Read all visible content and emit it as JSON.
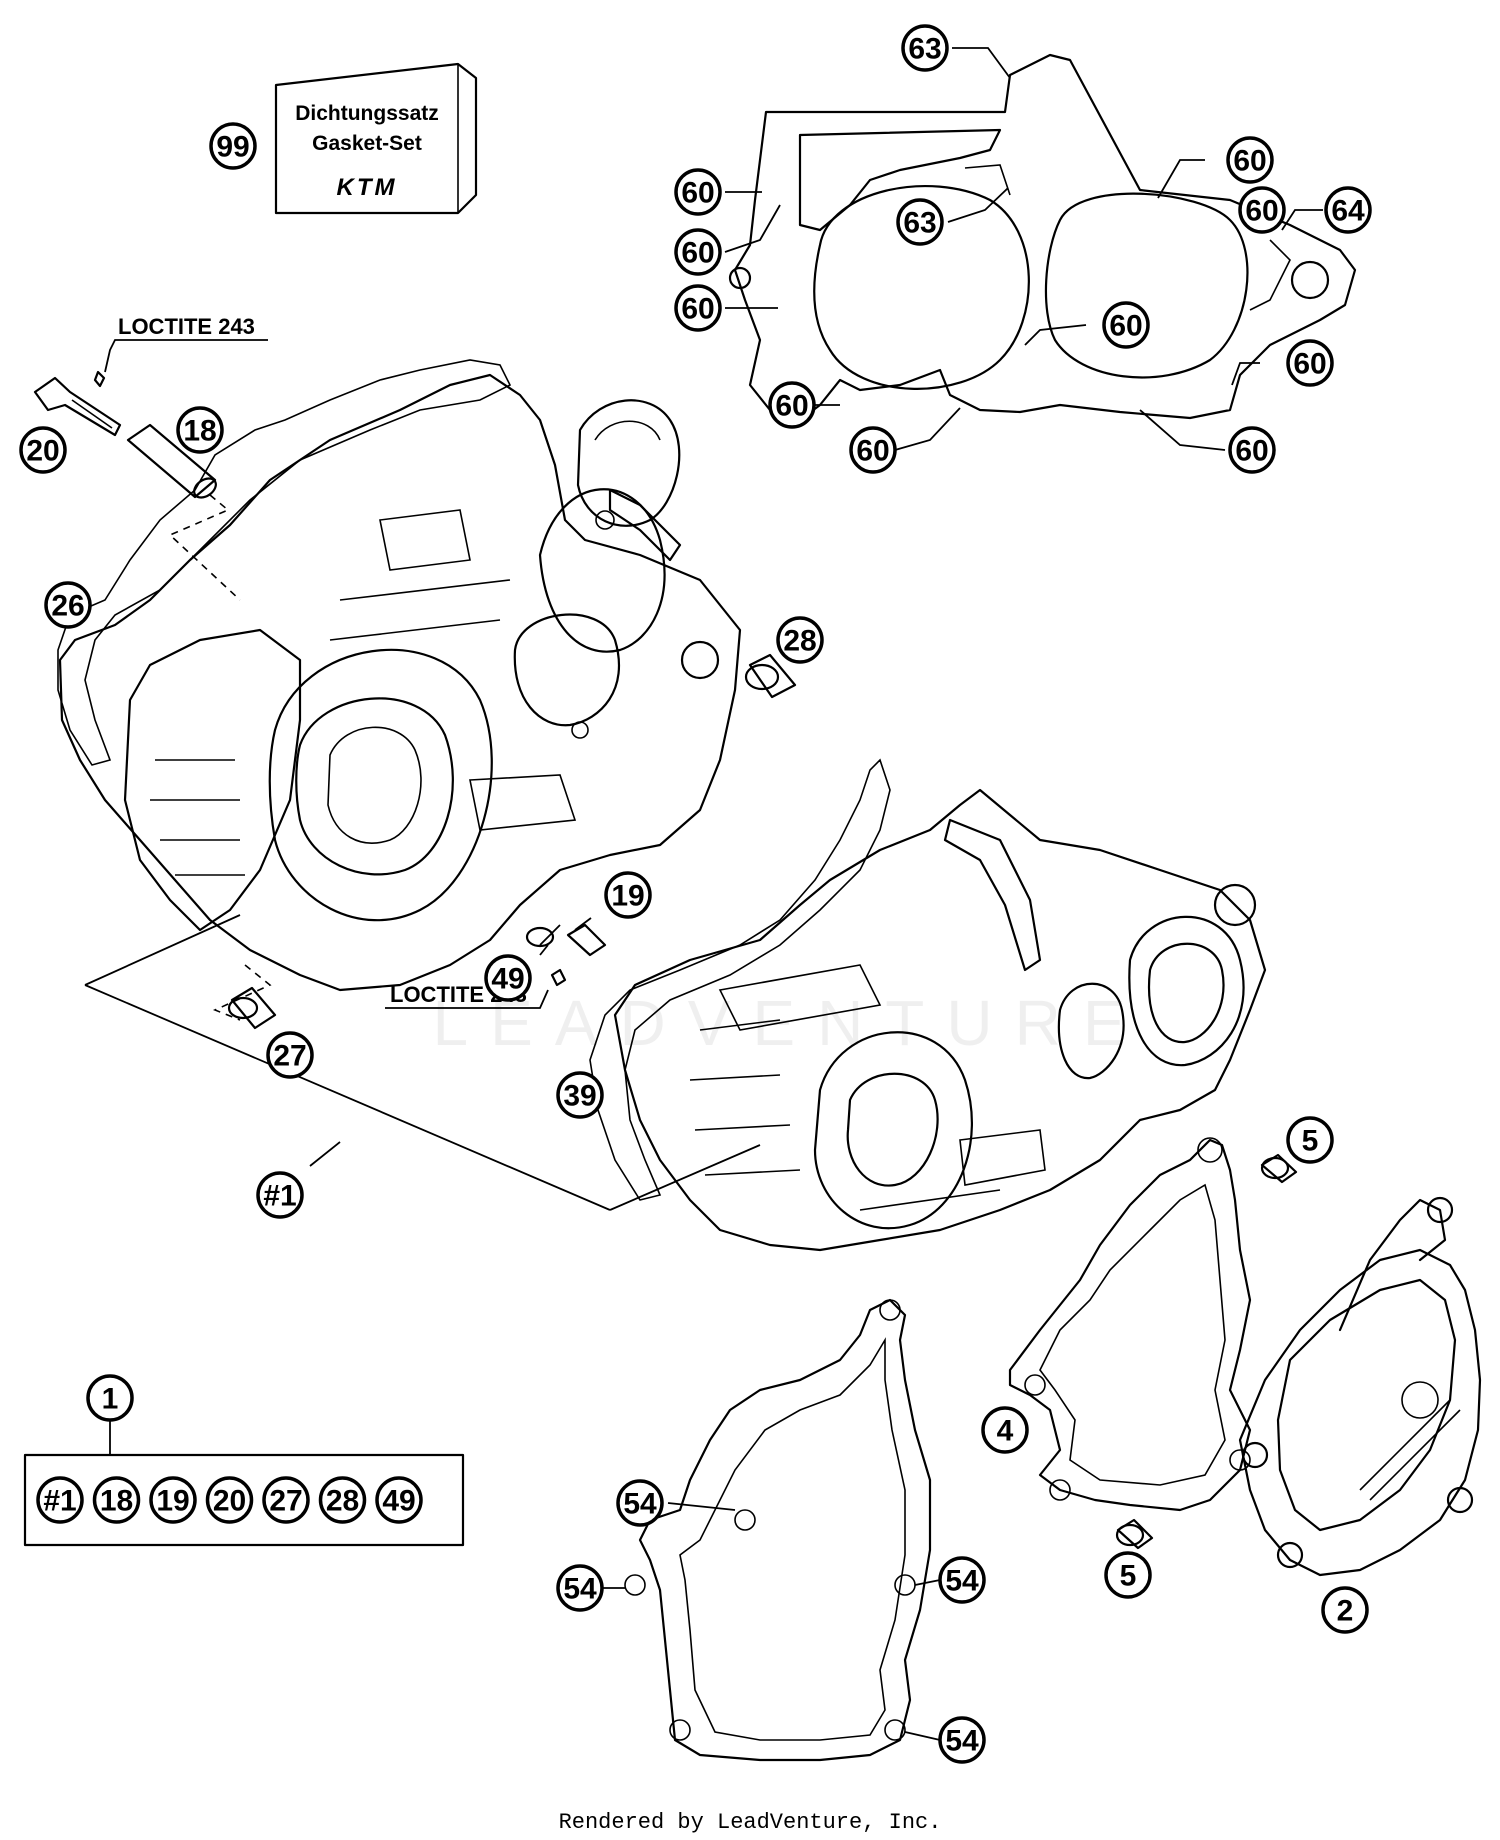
{
  "gasket_set": {
    "title": "Dichtungssatz",
    "subtitle": "Gasket-Set",
    "logo": "KTM"
  },
  "loctite_notes": [
    "LOCTITE 243",
    "LOCTITE 243"
  ],
  "watermark": "LEADVENTURE",
  "footer": "Rendered by LeadVenture, Inc.",
  "kit": {
    "number": "1",
    "contents": [
      "#1",
      "18",
      "19",
      "20",
      "27",
      "28",
      "49"
    ]
  },
  "callouts": [
    {
      "id": "99"
    },
    {
      "id": "63"
    },
    {
      "id": "63"
    },
    {
      "id": "60"
    },
    {
      "id": "60"
    },
    {
      "id": "60"
    },
    {
      "id": "60"
    },
    {
      "id": "60"
    },
    {
      "id": "60"
    },
    {
      "id": "60"
    },
    {
      "id": "60"
    },
    {
      "id": "60"
    },
    {
      "id": "60"
    },
    {
      "id": "64"
    },
    {
      "id": "18"
    },
    {
      "id": "20"
    },
    {
      "id": "26"
    },
    {
      "id": "28"
    },
    {
      "id": "19"
    },
    {
      "id": "49"
    },
    {
      "id": "27"
    },
    {
      "id": "39"
    },
    {
      "id": "#1"
    },
    {
      "id": "5"
    },
    {
      "id": "5"
    },
    {
      "id": "4"
    },
    {
      "id": "2"
    },
    {
      "id": "54"
    },
    {
      "id": "54"
    },
    {
      "id": "54"
    },
    {
      "id": "54"
    }
  ]
}
